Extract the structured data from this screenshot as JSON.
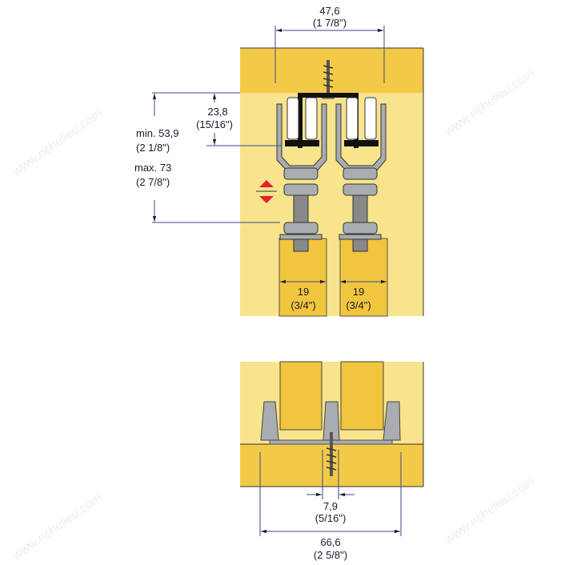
{
  "watermark": "www.richelieu.com",
  "dimensions": {
    "top_width": {
      "metric": "47,6",
      "imperial": "(1 7/8\")"
    },
    "track_depth": {
      "metric": "23,8",
      "imperial": "(15/16\")"
    },
    "height_min": {
      "metric": "min. 53,9",
      "imperial": "(2 1/8\")"
    },
    "height_max": {
      "metric": "max. 73",
      "imperial": "(2 7/8\")"
    },
    "door_left": {
      "metric": "19",
      "imperial": "(3/4\")"
    },
    "door_right": {
      "metric": "19",
      "imperial": "(3/4\")"
    },
    "guide_gap": {
      "metric": "7,9",
      "imperial": "(5/16\")"
    },
    "bottom_width": {
      "metric": "66,6",
      "imperial": "(2 5/8\")"
    }
  },
  "colors": {
    "rail": "#f3c948",
    "panel": "#f8e48c",
    "door": "#f1c53e",
    "metal": "#a9adb0",
    "dim": "#3a4a8a",
    "arrow": "#e8202a"
  }
}
